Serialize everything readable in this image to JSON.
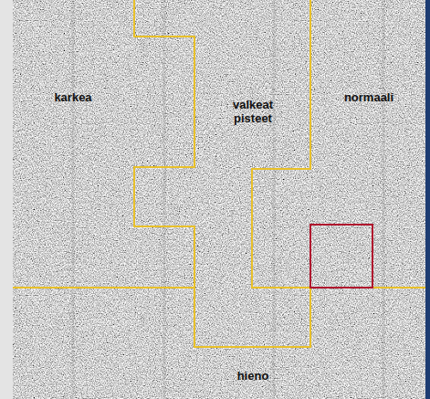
{
  "diagram": {
    "labels": [
      "karkea",
      "valkeat pisteet",
      "normaali",
      "hieno"
    ]
  }
}
